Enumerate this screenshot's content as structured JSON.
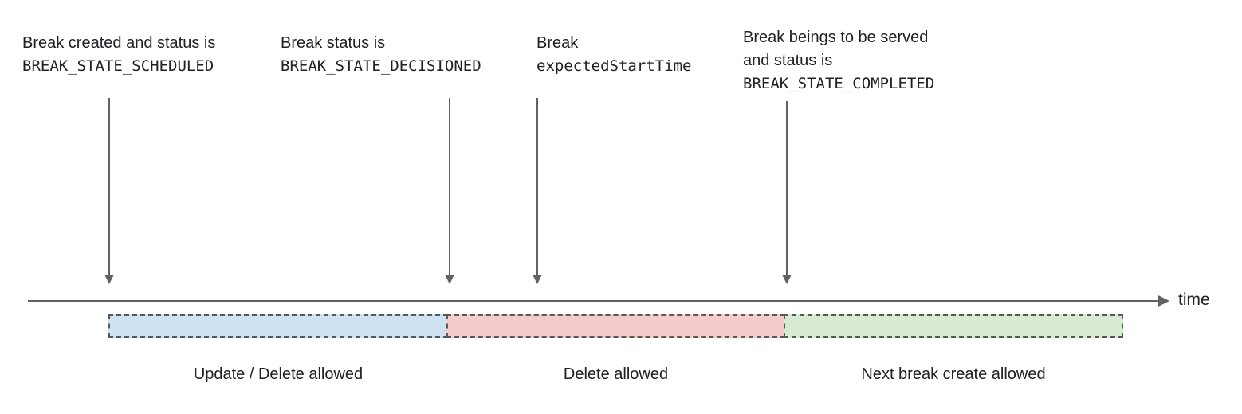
{
  "annotations": [
    {
      "name": "break-created",
      "lines": [
        "Break created and status is",
        "BREAK_STATE_SCHEDULED"
      ]
    },
    {
      "name": "break-decisioned",
      "lines": [
        "Break status is",
        "BREAK_STATE_DECISIONED"
      ]
    },
    {
      "name": "break-expected-start",
      "lines": [
        "Break",
        "expectedStartTime"
      ]
    },
    {
      "name": "break-completed",
      "lines": [
        "Break beings to be served",
        "and status is",
        "BREAK_STATE_COMPLETED"
      ]
    }
  ],
  "timeline": {
    "axis_label": "time"
  },
  "segments": [
    {
      "label": "Update / Delete allowed",
      "color": "#cfe2f3"
    },
    {
      "label": "Delete allowed",
      "color": "#f4cccc"
    },
    {
      "label": "Next break create allowed",
      "color": "#d9ead3"
    }
  ],
  "colors": {
    "arrow": "#5f6368",
    "segment_border": "#595959",
    "text": "#202124"
  }
}
